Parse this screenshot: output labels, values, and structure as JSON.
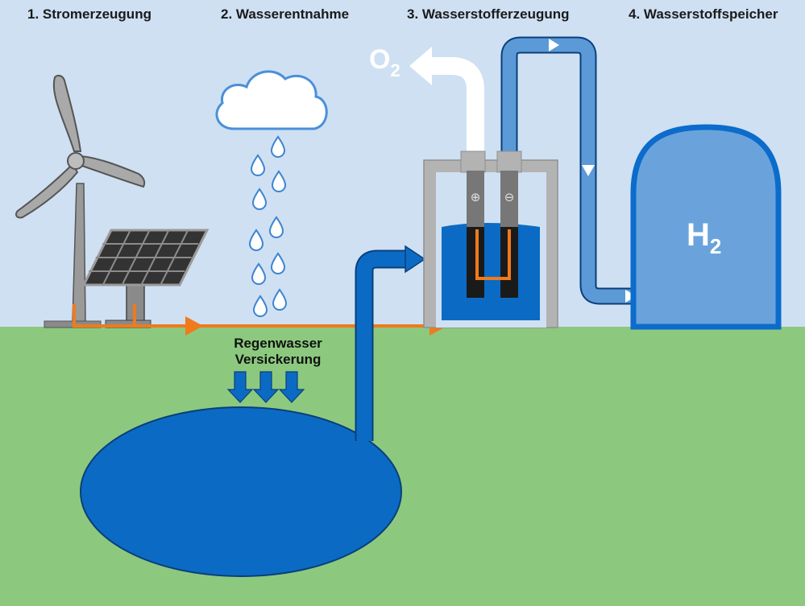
{
  "steps": [
    {
      "label": "1. Stromerzeugung"
    },
    {
      "label": "2. Wasserentnahme"
    },
    {
      "label": "3. Wasserstofferzeugung"
    },
    {
      "label": "4. Wasserstoffspeicher"
    }
  ],
  "labels": {
    "rain_line1": "Regenwasser",
    "rain_line2": "Versickerung",
    "o2_base": "O",
    "o2_sub": "2",
    "h2_base": "H",
    "h2_sub": "2",
    "anode_symbol": "⊕",
    "cathode_symbol": "⊖"
  },
  "colors": {
    "sky": "#cfe0f3",
    "ground": "#8cc97f",
    "water": "#0b6bc4",
    "water_dark": "#0a3f7a",
    "pipe_light": "#5b9ad6",
    "power_line": "#f07a1c",
    "device_gray": "#a6a6a6",
    "tank": "#6aa3dc",
    "tank_border": "#0c6ccb"
  },
  "icons": {
    "wind": "wind-turbine-icon",
    "solar": "solar-panel-icon",
    "cloud": "rain-cloud-icon",
    "electrolyzer": "electrolyzer-icon",
    "tank": "hydrogen-tank-icon"
  }
}
